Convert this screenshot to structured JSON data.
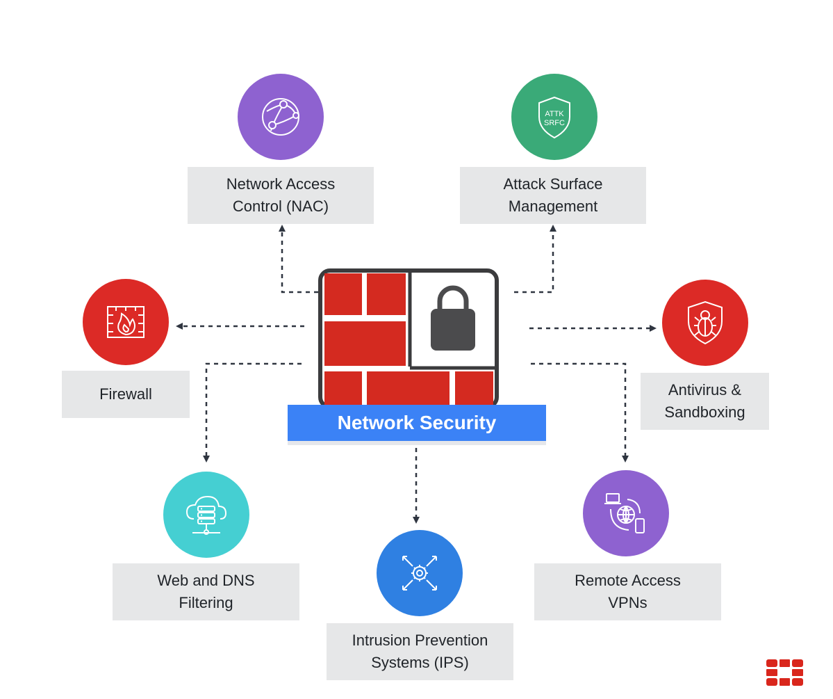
{
  "center": {
    "title": "Network Security"
  },
  "nodes": {
    "nac": {
      "label_line1": "Network Access",
      "label_line2": "Control (NAC)",
      "icon": "globe-network-icon",
      "color": "#8e62d0"
    },
    "asm": {
      "label_line1": "Attack Surface",
      "label_line2": "Management",
      "icon": "shield-icon",
      "icon_text_line1": "ATTK",
      "icon_text_line2": "SRFC",
      "color": "#3aaa78"
    },
    "firewall": {
      "label": "Firewall",
      "icon": "firewall-flame-icon",
      "color": "#dc2a26"
    },
    "antivirus": {
      "label_line1": "Antivirus &",
      "label_line2": "Sandboxing",
      "icon": "bug-shield-icon",
      "color": "#dc2a26"
    },
    "dns": {
      "label_line1": "Web and DNS",
      "label_line2": "Filtering",
      "icon": "cloud-server-icon",
      "color": "#45cfd2"
    },
    "ips": {
      "label_line1": "Intrusion Prevention",
      "label_line2": "Systems (IPS)",
      "icon": "gear-arrows-icon",
      "color": "#2f80e2"
    },
    "vpn": {
      "label_line1": "Remote Access",
      "label_line2": "VPNs",
      "icon": "devices-globe-icon",
      "color": "#8e62d0"
    }
  },
  "colors": {
    "brick_red": "#d42a20",
    "wall_outline": "#3b3b3d",
    "lock": "#4b4b4d",
    "connector": "#2f3540",
    "label_bg": "#e6e7e8",
    "banner_blue": "#3b82f6"
  },
  "brand": {
    "icon": "fortinet-logo-icon"
  }
}
